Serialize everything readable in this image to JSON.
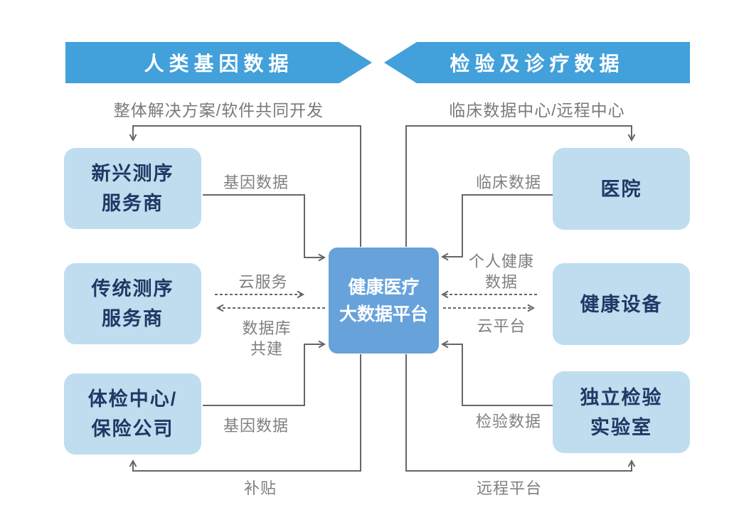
{
  "colors": {
    "banner_blue": "#42A0DB",
    "entity_box_blue": "#BFDDEF",
    "center_box_blue": "#67A2DB",
    "entity_text_navy": "#1F3864",
    "connector_gray": "#666666",
    "label_gray": "#7F7F7F"
  },
  "banners": {
    "left": "人类基因数据",
    "right": "检验及诊疗数据"
  },
  "flow_titles": {
    "left": "整体解决方案/软件共同开发",
    "right": "临床数据中心/远程中心"
  },
  "center_platform": {
    "lines": [
      "健康医疗",
      "大数据平台"
    ]
  },
  "entities": {
    "left": [
      {
        "lines": [
          "新兴测序",
          "服务商"
        ]
      },
      {
        "lines": [
          "传统测序",
          "服务商"
        ]
      },
      {
        "lines": [
          "体检中心/",
          "保险公司"
        ]
      }
    ],
    "right": [
      {
        "lines": [
          "医院"
        ]
      },
      {
        "lines": [
          "健康设备"
        ]
      },
      {
        "lines": [
          "独立检验",
          "实验室"
        ]
      }
    ]
  },
  "edge_labels": {
    "gene_data_top": "基因数据",
    "cloud_service": "云服务",
    "database_cobuild": [
      "数据库",
      "共建"
    ],
    "gene_data_bottom": "基因数据",
    "subsidy": "补贴",
    "clinical_data": "临床数据",
    "personal_health": [
      "个人健康",
      "数据"
    ],
    "cloud_platform": "云平台",
    "test_data": "检验数据",
    "remote_platform": "远程平台"
  }
}
